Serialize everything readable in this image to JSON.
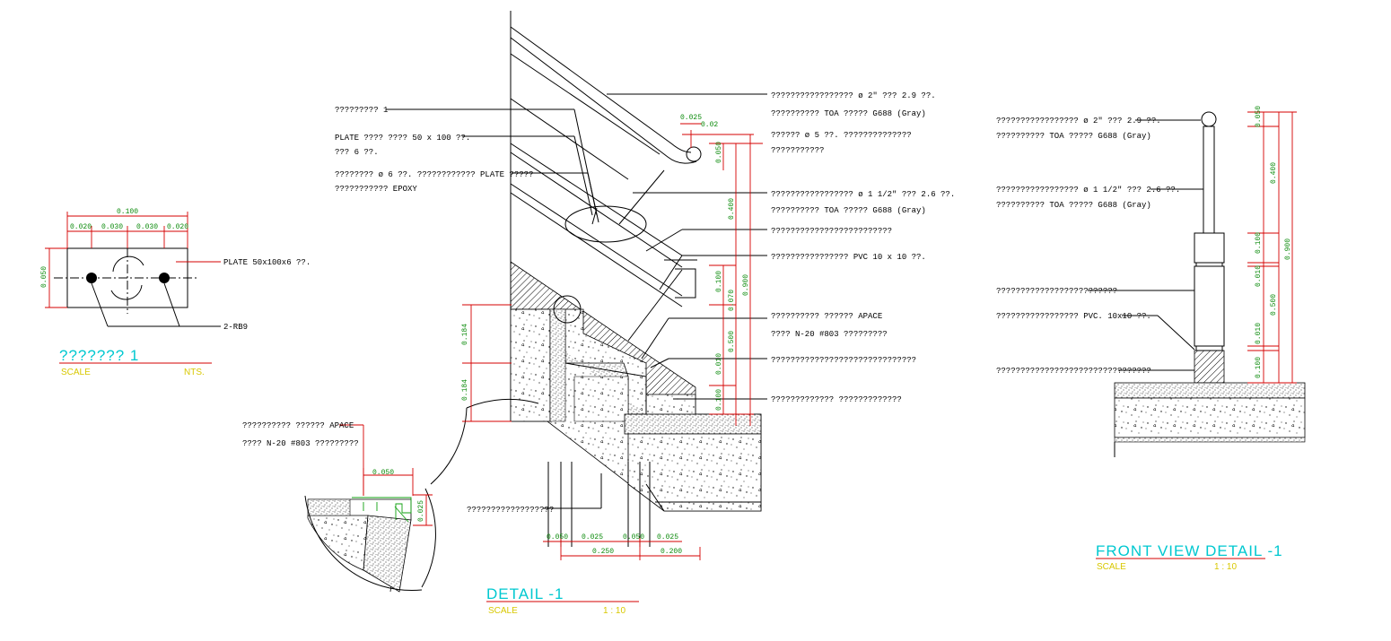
{
  "plate_detail": {
    "dims": {
      "total": "0.100",
      "d1": "0.020",
      "d2": "0.030",
      "d3": "0.030",
      "d4": "0.020",
      "height": "0.050"
    },
    "labels": {
      "plate": "PLATE 50x100x6 ??.",
      "rebar": "2-RB9"
    },
    "title": "??????? 1",
    "scale_label": "SCALE",
    "scale_value": "NTS."
  },
  "detail1": {
    "labels": [
      "????????? 1",
      "PLATE ???? ???? 50 x 100 ??.",
      "??? 6 ??.",
      "???????? ø 6 ??. ???????????? PLATE ?????",
      "??????????? EPOXY",
      "????????????????? ø 2\" ??? 2.9 ??.",
      "?????????? TOA ????? G688 (Gray)",
      "?????? ø 5 ??. ??????????????",
      "???????????",
      "????????????????? ø 1 1/2\" ??? 2.6 ??.",
      "?????????? TOA ????? G688 (Gray)",
      "?????????????????????????",
      "???????????????? PVC 10 x 10  ??.",
      "?????????? ?????? APACE",
      "???? N-20 #803 ?????????",
      "??????????????????????????????",
      "????????????? ?????????????",
      "??????????????????",
      "?????????? ?????? APACE",
      "???? N-20 #803 ?????????"
    ],
    "dims": {
      "d025": "0.025",
      "d02": "0.02",
      "d050": "0.050",
      "d400": "0.400",
      "d900": "0.900",
      "d100a": "0.100",
      "d070": "0.070",
      "d500": "0.500",
      "d010": "0.010",
      "d100b": "0.100",
      "d184a": "0.184",
      "d184b": "0.184",
      "b050a": "0.050",
      "b025a": "0.025",
      "b050b": "0.050",
      "b025b": "0.025",
      "b250": "0.250",
      "b200": "0.200",
      "e050": "0.050",
      "e025": "0.025"
    },
    "title": "DETAIL -1",
    "scale_label": "SCALE",
    "scale_value": "1 : 10"
  },
  "front_view": {
    "labels": [
      "????????????????? ø 2\" ??? 2.9 ??.",
      "?????????? TOA ????? G688 (Gray)",
      "????????????????? ø 1 1/2\" ??? 2.6 ??.",
      "?????????? TOA ????? G688 (Gray)",
      "?????????????????????????",
      "????????????????? PVC. 10x10 ??.",
      "????????????????????????????????"
    ],
    "dims": {
      "f050": "0.050",
      "f400": "0.400",
      "f100a": "0.100",
      "f900": "0.900",
      "f010a": "0.010",
      "f500": "0.500",
      "f010b": "0.010",
      "f100b": "0.100"
    },
    "title": "FRONT VIEW DETAIL -1",
    "scale_label": "SCALE",
    "scale_value": "1 : 10"
  },
  "colors": {
    "title": "#00c8d0",
    "scale": "#d8c800",
    "dimension": "#0a8a0a",
    "leader": "#d40000",
    "line": "#000000",
    "sealant": "#10a010"
  }
}
